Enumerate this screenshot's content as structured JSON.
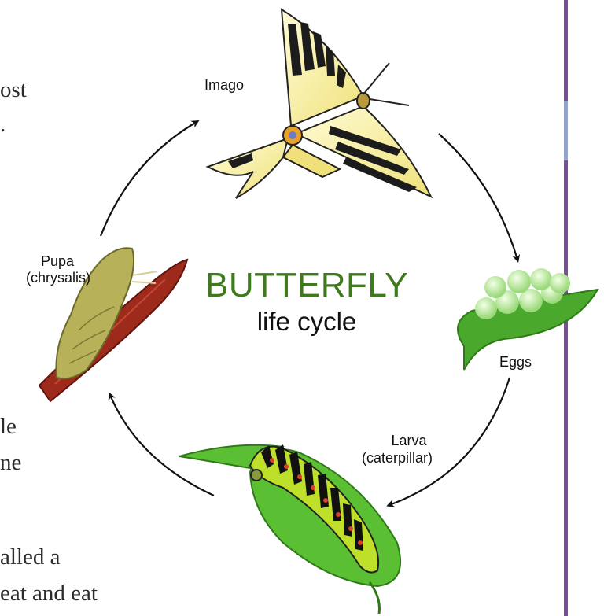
{
  "background_text": {
    "line1": "ost",
    "line2": ".",
    "line3": "le",
    "line4": "ne",
    "line5": "alled a",
    "line6": "eat and eat"
  },
  "diagram": {
    "title": "BUTTERFLY",
    "subtitle": "life cycle",
    "stages": {
      "imago": "Imago",
      "eggs": "Eggs",
      "larva_1": "Larva",
      "larva_2": "(caterpillar)",
      "pupa_1": "Pupa",
      "pupa_2": "(chrysalis)"
    }
  },
  "colors": {
    "title": "#3f7a1c",
    "side_bar": "#7a4f9a",
    "side_bar_tab": "#8fa6d4",
    "leaf": "#4aa82c",
    "eggs": "#b9e89a",
    "chrysalis": "#b7b25a",
    "twig": "#9e2a1c",
    "butterfly_wing": "#f4ef9a"
  }
}
